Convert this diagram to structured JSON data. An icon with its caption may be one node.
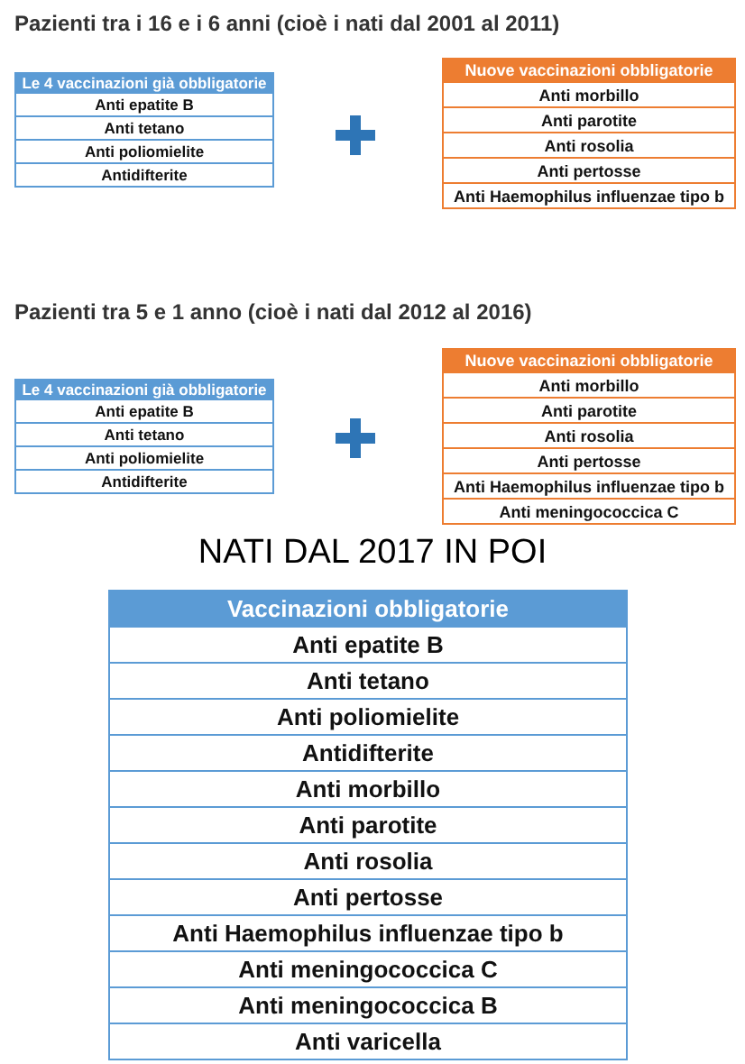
{
  "diagram": {
    "labels": [
      "Pazienti tra i 16 e i 6 anni (cioè i nati dal 2001 al 2011)",
      "Le 4 vaccinazioni già obbligatorie",
      "Anti epatite B",
      "Anti tetano",
      "Anti poliomielite",
      "Antidifterite",
      "Nuove vaccinazioni obbligatorie",
      "Anti morbillo",
      "Anti parotite",
      "Anti rosolia",
      "Anti pertosse",
      "Anti Haemophilus influenzae tipo b",
      "Pazienti tra 5 e 1 anno (cioè i nati dal 2012 al 2016)",
      "Le 4 vaccinazioni già obbligatorie",
      "Anti epatite B",
      "Anti tetano",
      "Anti poliomielite",
      "Antidifterite",
      "Nuove vaccinazioni obbligatorie",
      "Anti morbillo",
      "Anti parotite",
      "Anti rosolia",
      "Anti pertosse",
      "Anti Haemophilus influenzae tipo b",
      "Anti meningococcica C",
      "NATI DAL 2017 IN POI",
      "Vaccinazioni obbligatorie",
      "Anti epatite B",
      "Anti tetano",
      "Anti poliomielite",
      "Antidifterite",
      "Anti morbillo",
      "Anti parotite",
      "Anti rosolia",
      "Anti pertosse",
      "Anti Haemophilus influenzae tipo b",
      "Anti meningococcica C",
      "Anti meningococcica B",
      "Anti varicella"
    ]
  }
}
